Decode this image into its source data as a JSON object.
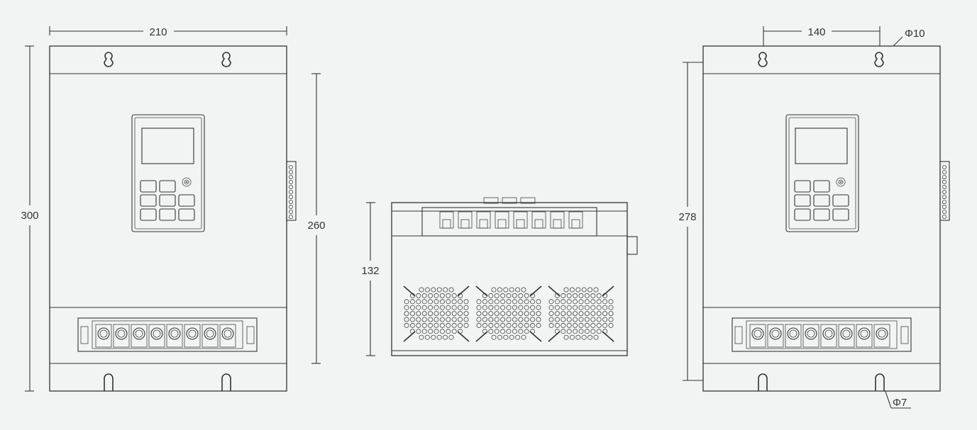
{
  "colors": {
    "background": "#f2f3f3",
    "line": "#333333"
  },
  "dimensions": {
    "front_width": "210",
    "front_height": "300",
    "front_body_height": "260",
    "side_depth": "132",
    "hole_spacing": "140",
    "hole_pitch_height": "278",
    "top_hole_diameter": "Φ10",
    "bottom_slot_diameter": "Φ7"
  }
}
